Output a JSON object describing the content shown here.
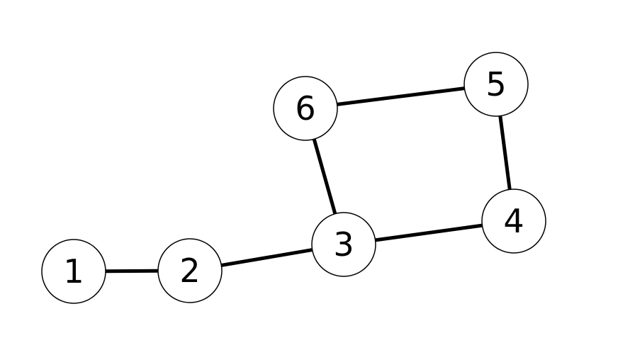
{
  "graph": {
    "nodes": [
      {
        "id": "1",
        "label": "1"
      },
      {
        "id": "2",
        "label": "2"
      },
      {
        "id": "3",
        "label": "3"
      },
      {
        "id": "4",
        "label": "4"
      },
      {
        "id": "5",
        "label": "5"
      },
      {
        "id": "6",
        "label": "6"
      }
    ],
    "edges": [
      {
        "from": "1",
        "to": "2"
      },
      {
        "from": "2",
        "to": "3"
      },
      {
        "from": "3",
        "to": "4"
      },
      {
        "from": "4",
        "to": "5"
      },
      {
        "from": "5",
        "to": "6"
      },
      {
        "from": "6",
        "to": "3"
      }
    ]
  }
}
